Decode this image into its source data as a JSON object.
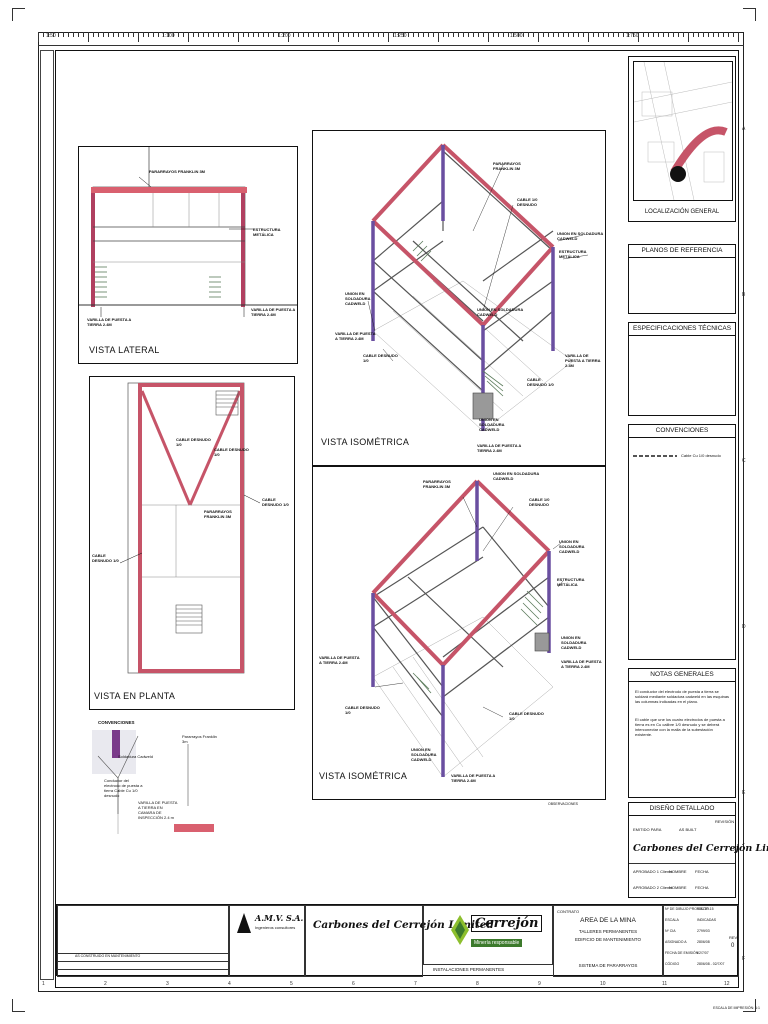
{
  "ruler": {
    "scale_labels": [
      "1:50",
      "1:100",
      "1:200",
      "1:250",
      "1:500",
      "1:750"
    ],
    "row_numbers": [
      "1",
      "2",
      "3",
      "4",
      "5",
      "6",
      "7",
      "8",
      "9",
      "10",
      "11",
      "12"
    ],
    "row_letters": [
      "A",
      "B",
      "C",
      "D",
      "E",
      "F"
    ]
  },
  "views": {
    "lateral": {
      "title": "VISTA  LATERAL",
      "labels": [
        "PARARRAYOS FRANKLIN 3m",
        "ESTRUCTURA METÁLICA",
        "VARILLA DE PUESTA A TIERRA 2.4m",
        "VARILLA DE PUESTA A TIERRA 2.4m"
      ]
    },
    "planta": {
      "title": "VISTA EN PLANTA",
      "labels": [
        "CABLE DESNUDO 1/0",
        "CABLE DESNUDO 1/0",
        "PARARRAYOS FRANKLIN 3m",
        "CABLE DESNUDO 1/0",
        "CABLE DESNUDO 1/0"
      ]
    },
    "iso1": {
      "title": "VISTA  ISOMÉTRICA",
      "labels": [
        "PARARRAYOS FRANKLIN 3m",
        "CABLE 1/0 DESNUDO",
        "UNION EN SOLDADURA CADWELD",
        "ESTRUCTURA METÁLICA",
        "UNION EN SOLDADURA CADWELD",
        "UNION EN SOLDADURA CADWELD",
        "VARILLA DE PUESTA A TIERRA 2.4m",
        "CABLE DESNUDO 1/0",
        "VARILLA DE PUESTA A TIERRA 2.4m",
        "CABLE DESNUDO 1/0",
        "UNION EN SOLDADURA CADWELD",
        "VARILLA DE PUESTA A TIERRA 2.4m"
      ]
    },
    "iso2": {
      "title": "VISTA  ISOMÉTRICA",
      "labels": [
        "PARARRAYOS FRANKLIN 3m",
        "UNION EN SOLDADURA CADWELD",
        "CABLE 1/0 DESNUDO",
        "UNION EN SOLDADURA CADWELD",
        "ESTRUCTURA METÁLICA",
        "UNION EN SOLDADURA CADWELD",
        "VARILLA DE PUESTA A TIERRA 2.4m",
        "VARILLA DE PUESTA A TIERRA 2.4m",
        "CABLE DESNUDO 1/0",
        "CABLE DESNUDO 1/0",
        "UNION EN SOLDADURA CADWELD",
        "VARILLA DE PUESTA A TIERRA 2.4m"
      ],
      "footer": "OBSERVACIONES"
    }
  },
  "conventions_detail": {
    "title": "CONVENCIONES",
    "labels": [
      "Soldadura Cadweld",
      "Conductor del electrodo de puesta a tierra Cable Cu 1/0 desnudo",
      "VARILLA DE PUESTA A TIERRA EN CAMARA DE INSPECCIÓN 2.4 m",
      "Pararrayos Franklin 3m"
    ]
  },
  "right_panel": {
    "location": "LOCALIZACIÓN GENERAL",
    "reference": "PLANOS DE REFERENCIA",
    "specs": "ESPECIFICACIONES TÉCNICAS",
    "conventions": "CONVENCIONES",
    "conventions_item": "Cable Cu 1/0 desnudo",
    "notes_title": "NOTAS GENERALES",
    "notes": [
      "El conductor del electrodo de puesta a tierra se soldará mediante soldadura cadweld en las esquinas las columnas indicadas en el plano.",
      "El cable que une los cuatro electrodos de puesta a tierra es en Cu calibre 1/0 desnudo y se deberá interconectar con la malla de la subestación existente."
    ],
    "design_title": "DISEÑO DETALLADO",
    "design_rows": [
      "EMITIDO PARA",
      "AS BUILT",
      "REVISIÓN"
    ],
    "company": "Carbones del Cerrejón Limited",
    "signature_rows": [
      "APROBADO 1 Cliente",
      "NOMBRE",
      "FECHA",
      "APROBADO 2 Cliente",
      "NOMBRE",
      "FECHA"
    ]
  },
  "title_block": {
    "consultant": "A.M.V. S.A.",
    "consultant_sub": "Ingenieros consultores",
    "company": "Carbones del Cerrejón Limited",
    "logo": "Cerrejón",
    "logo_sub": "Minería responsable",
    "contract": "CONTRATO",
    "area": "AREA DE LA MINA",
    "line1": "TALLERES PERMANENTES",
    "line2": "EDIFICIO DE MANTENIMIENTO",
    "project": "INSTALACIONES PERMANENTES",
    "system": "SISTEMA DE PARARRAYOS",
    "rev_label": "REV.",
    "rev_value": "0",
    "revision_row": "AS CONSTRUIDO EN MANTENIMIENTO",
    "fields": [
      "Nº DE DIBUJO PROYECTO",
      "ESCALA",
      "Nº CIA",
      "ASIGNADO A",
      "FECHA DE EMISIÓN",
      "CÓDIGO"
    ],
    "field_values": [
      "EM-GP-15",
      "INDICADAS",
      "2799/03",
      "2806/08",
      "02/7/07",
      "2806/08 - 02/7/07"
    ],
    "bottom": "ESCALA DE IMPRESIÓN: 1:1"
  }
}
